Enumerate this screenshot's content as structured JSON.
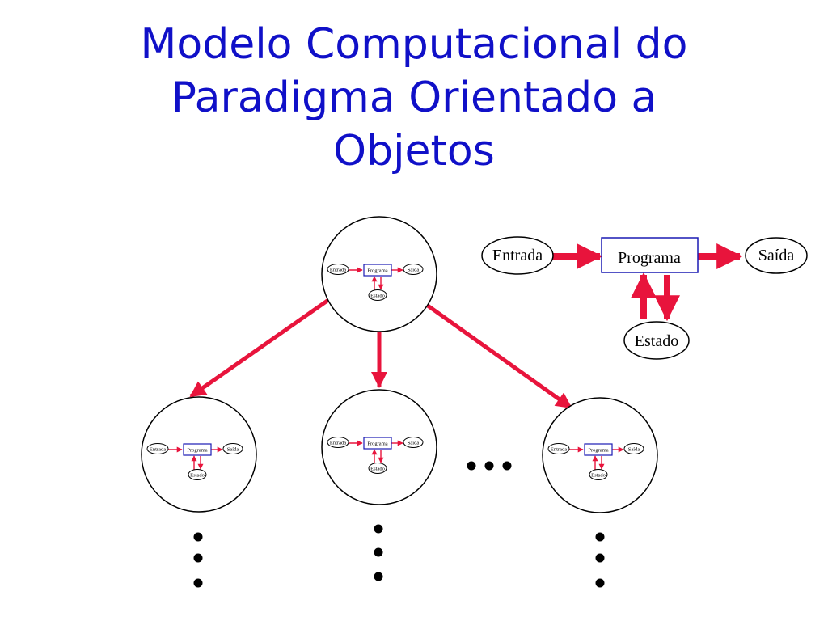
{
  "slide": {
    "title_lines": [
      "Modelo Computacional do",
      "Paradigma Orientado a",
      "Objetos"
    ]
  },
  "model": {
    "input_label": "Entrada",
    "program_label": "Programa",
    "output_label": "Saída",
    "state_label": "Estado"
  },
  "mini_model": {
    "input_label": "Entrada",
    "program_label": "Programa",
    "output_label": "Saída",
    "state_label": "Estado"
  },
  "colors": {
    "title": "#1010c8",
    "arrow": "#e8143c",
    "program_box": "#1a1ab4",
    "outline": "#000000"
  }
}
